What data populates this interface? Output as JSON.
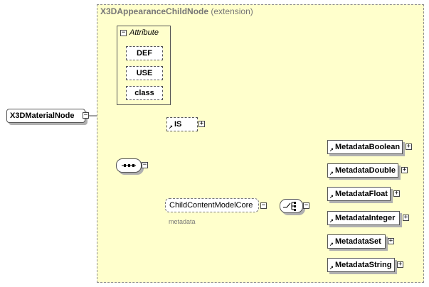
{
  "extension": {
    "name": "X3DAppearanceChildNode",
    "suffix": "(extension)"
  },
  "attributes": {
    "title": "Attribute",
    "items": [
      "DEF",
      "USE",
      "class"
    ]
  },
  "root": {
    "label": "X3DMaterialNode"
  },
  "is_element": {
    "label": "IS"
  },
  "group": {
    "label": "ChildContentModelCore",
    "sublabel": "metadata"
  },
  "choice_children": [
    "MetadataBoolean",
    "MetadataDouble",
    "MetadataFloat",
    "MetadataInteger",
    "MetadataSet",
    "MetadataString"
  ],
  "icons": {
    "expander": "plus-box",
    "collapser": "minus-box",
    "sequence": "sequence-compositor",
    "choice": "choice-compositor",
    "reference": "reference-arrow"
  },
  "colors": {
    "extension_fill": "#ffffcc",
    "border": "#555555",
    "shadow": "#b0b0b0"
  }
}
